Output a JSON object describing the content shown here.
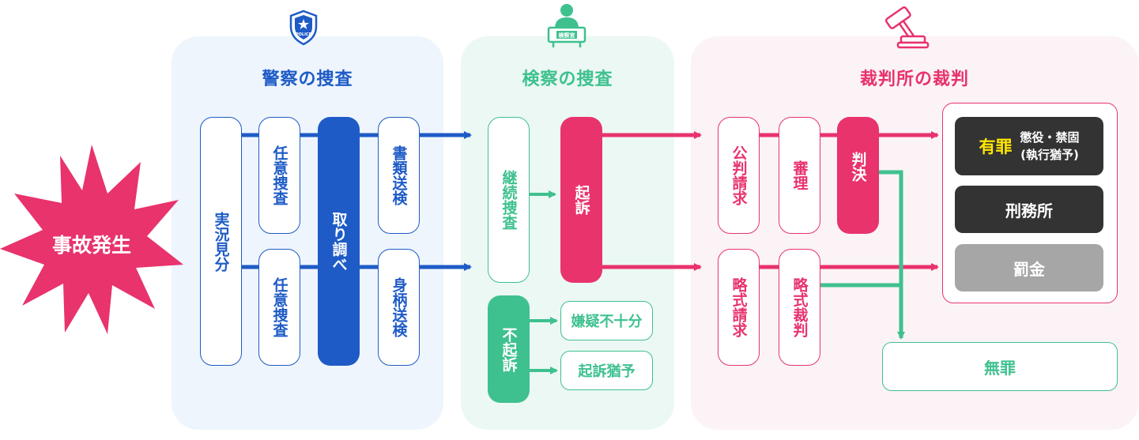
{
  "start": {
    "label": "事故発生"
  },
  "police": {
    "title": "警察の捜査",
    "icon_text": "POLICE",
    "boxes": {
      "jikkyo": "実況見分",
      "nini1": "任意捜査",
      "nini2": "任意捜査",
      "torishirabe": "取り調べ",
      "shorui": "書類送検",
      "migara": "身柄送検"
    }
  },
  "prosecution": {
    "title": "検察の捜査",
    "icon_text": "検察官",
    "boxes": {
      "keizoku": "継続捜査",
      "kiso": "起訴",
      "fukiso": "不起訴",
      "kengi": "嫌疑不十分",
      "kisoyuyo": "起訴猶予"
    }
  },
  "court": {
    "title": "裁判所の裁判",
    "boxes": {
      "kohan": "公判請求",
      "shinri": "審理",
      "hanketsu": "判決",
      "ryakushiki": "略式請求",
      "ryakushiki_saiban": "略式裁判"
    },
    "results": {
      "yuzai": "有罪",
      "choueki_1": "懲役・禁固",
      "choueki_2": "(執行猶予)",
      "keimusho": "刑務所",
      "bakkin": "罰金",
      "muzai": "無罪"
    }
  },
  "colors": {
    "police_blue": "#1e5bc6",
    "police_bg": "#eef5fd",
    "prosecution_green": "#3ec18f",
    "prosecution_bg": "#ecf8f3",
    "court_pink": "#e8336d",
    "court_bg": "#fbf3f6",
    "dark": "#333333",
    "gray": "#a6a6a6",
    "yellow": "#ffe600"
  }
}
